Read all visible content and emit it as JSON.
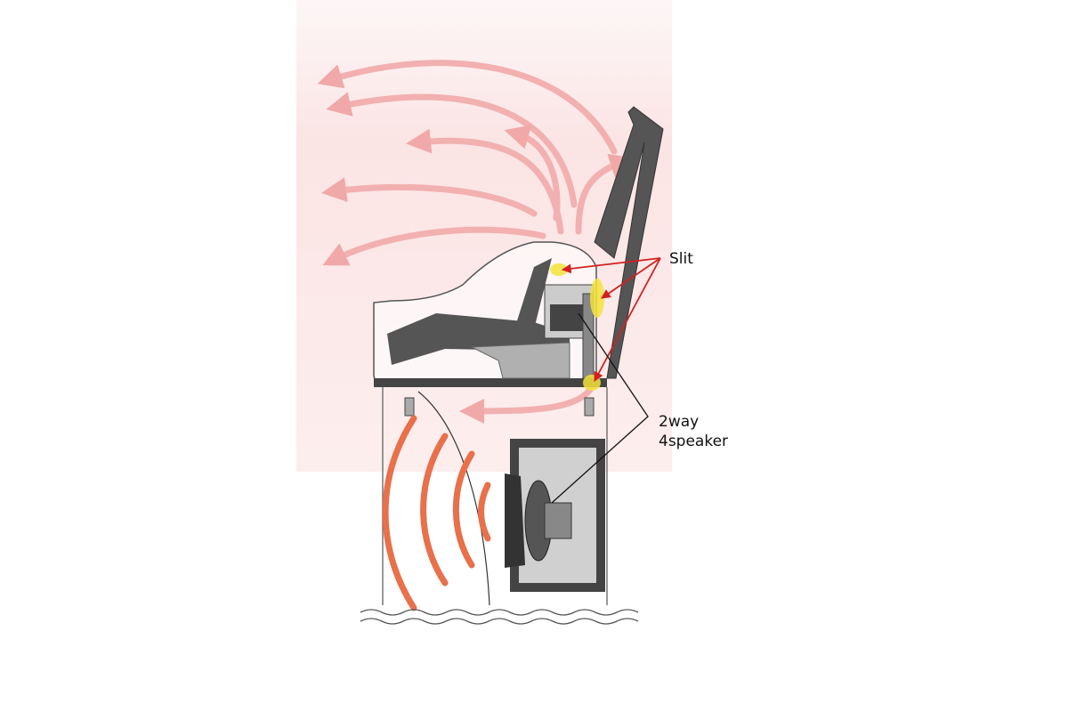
{
  "labels": {
    "slit": "Slit",
    "speaker_line1": "2way",
    "speaker_line2": "4speaker"
  },
  "colors": {
    "airflow": "#f0a8a8",
    "sound_wave": "#e8704a",
    "slit_highlight": "#f5e33a",
    "pointer_red": "#d42020",
    "body_dark": "#444444"
  }
}
